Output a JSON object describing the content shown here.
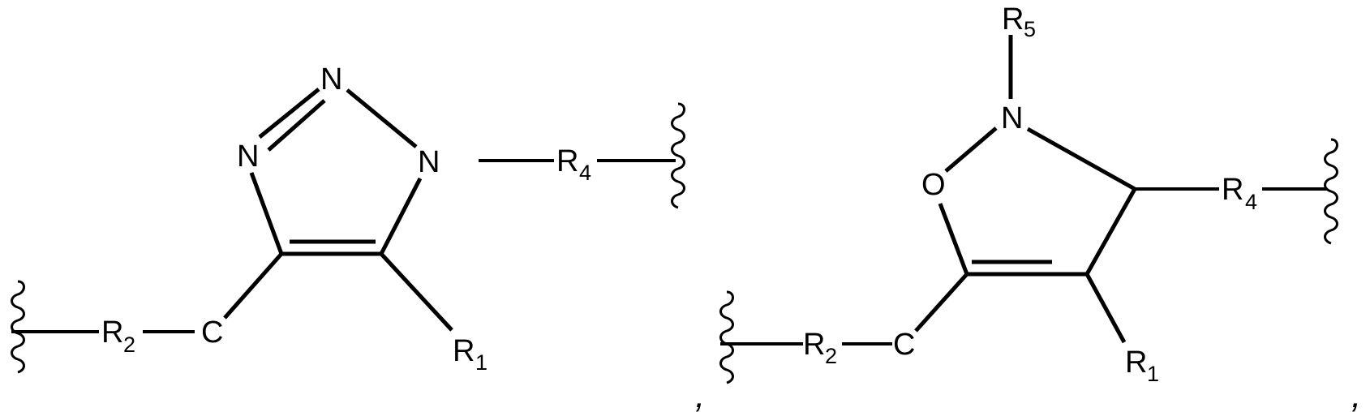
{
  "diagram": {
    "type": "chemical-structures",
    "background": "#ffffff",
    "line_color": "#000000",
    "structures": [
      {
        "name": "1,2,3-triazole substituent",
        "ring_atoms": {
          "n_top": "N",
          "n_left": "N",
          "n_right": "N"
        },
        "substituents": {
          "r4": {
            "label": "R",
            "subscript": "4"
          },
          "r1": {
            "label": "R",
            "subscript": "1"
          },
          "r2": {
            "label": "R",
            "subscript": "2"
          },
          "carbon": "C"
        }
      },
      {
        "name": "isoxazoline substituent",
        "ring_atoms": {
          "n": "N",
          "o": "O"
        },
        "substituents": {
          "r5": {
            "label": "R",
            "subscript": "5"
          },
          "r4": {
            "label": "R",
            "subscript": "4"
          },
          "r1": {
            "label": "R",
            "subscript": "1"
          },
          "r2": {
            "label": "R",
            "subscript": "2"
          },
          "carbon": "C"
        }
      }
    ],
    "separators": [
      ",",
      ","
    ]
  }
}
